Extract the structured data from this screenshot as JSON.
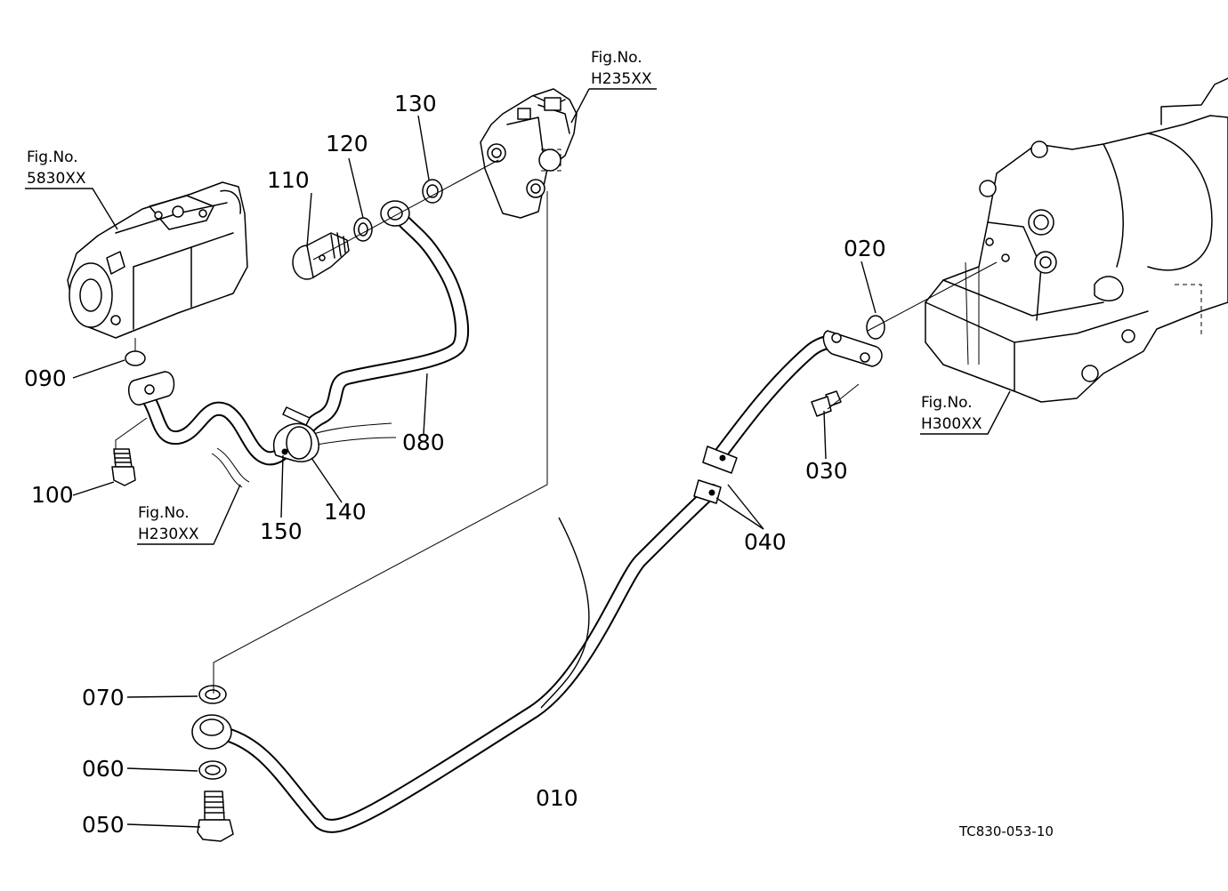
{
  "parts": {
    "p010": "010",
    "p020": "020",
    "p030": "030",
    "p040": "040",
    "p050": "050",
    "p060": "060",
    "p070": "070",
    "p080": "080",
    "p090": "090",
    "p100": "100",
    "p110": "110",
    "p120": "120",
    "p130": "130",
    "p140": "140",
    "p150": "150"
  },
  "figure_refs": {
    "pump": {
      "label": "Fig.No.",
      "number": "5830XX"
    },
    "valve": {
      "label": "Fig.No.",
      "number": "H235XX"
    },
    "clamp": {
      "label": "Fig.No.",
      "number": "H230XX"
    },
    "housing": {
      "label": "Fig.No.",
      "number": "H300XX"
    }
  },
  "drawing_code": "TC830-053-10"
}
